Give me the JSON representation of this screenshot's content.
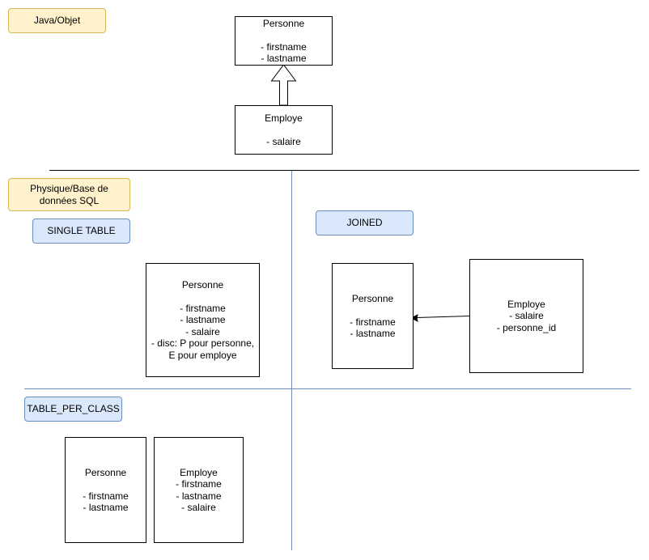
{
  "labels": {
    "java": "Java/Objet",
    "physique_line1": "Physique/Base de",
    "physique_line2": "données SQL",
    "single_table": "SINGLE TABLE",
    "joined": "JOINED",
    "table_per_class": "TABLE_PER_CLASS"
  },
  "java_model": {
    "personne": {
      "title": "Personne",
      "fields": [
        "- firstname",
        "- lastname"
      ]
    },
    "employe": {
      "title": "Employe",
      "fields": [
        "- salaire"
      ]
    }
  },
  "single_table": {
    "personne": {
      "title": "Personne",
      "fields": [
        "- firstname",
        "- lastname",
        "- salaire",
        "- disc: P pour personne,",
        "E pour employe"
      ]
    }
  },
  "joined": {
    "personne": {
      "title": "Personne",
      "fields": [
        "- firstname",
        "- lastname"
      ]
    },
    "employe": {
      "title": "Employe",
      "fields": [
        "- salaire",
        "- personne_id"
      ]
    }
  },
  "table_per_class": {
    "personne": {
      "title": "Personne",
      "fields": [
        "- firstname",
        "- lastname"
      ]
    },
    "employe": {
      "title": "Employe",
      "fields": [
        "- firstname",
        "- lastname",
        "- salaire"
      ]
    }
  },
  "colors": {
    "yellow_fill": "#fff2cc",
    "yellow_stroke": "#d6b656",
    "blue_fill": "#dae8fc",
    "blue_stroke": "#6c8ebf",
    "divider_blue": "#6c8ebf"
  }
}
